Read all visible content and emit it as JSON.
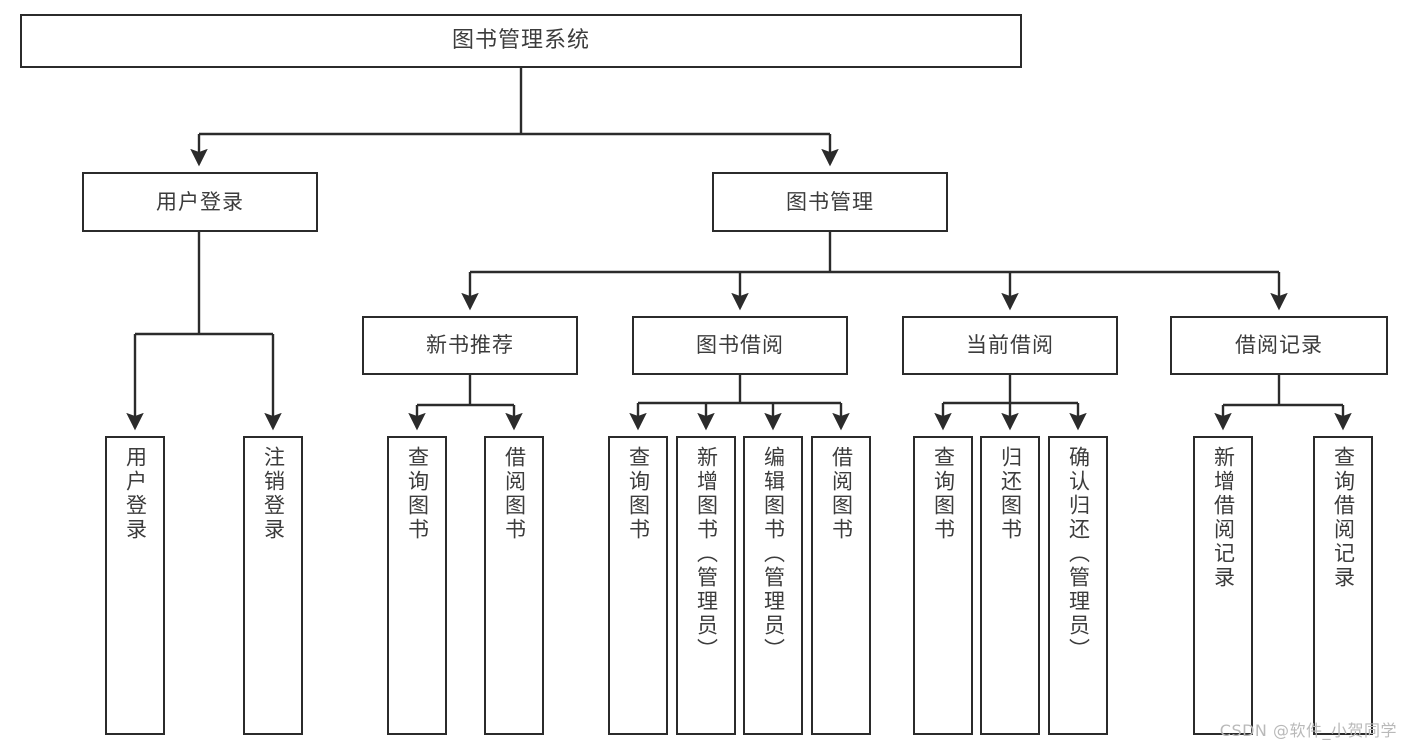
{
  "diagram": {
    "type": "tree-hierarchy-flowchart",
    "title": "图书管理系统",
    "colors": {
      "box_border": "#2b2b2b",
      "box_fill": "#ffffff",
      "edge": "#2b2b2b",
      "text": "#3c3c3c",
      "watermark": "#b9b9b9",
      "background": "#ffffff"
    },
    "nodes": {
      "root": {
        "label": "图书管理系统",
        "level": 0,
        "orientation": "horizontal"
      },
      "level1": [
        {
          "id": "user-login",
          "label": "用户登录",
          "orientation": "horizontal"
        },
        {
          "id": "book-management",
          "label": "图书管理",
          "orientation": "horizontal"
        }
      ],
      "level2": [
        {
          "id": "new-book-recommend",
          "label": "新书推荐",
          "orientation": "horizontal"
        },
        {
          "id": "book-borrow",
          "label": "图书借阅",
          "orientation": "horizontal"
        },
        {
          "id": "current-borrow",
          "label": "当前借阅",
          "orientation": "horizontal"
        },
        {
          "id": "borrow-record",
          "label": "借阅记录",
          "orientation": "horizontal"
        }
      ],
      "leaves": {
        "under_user_login": [
          {
            "id": "leaf-user-login",
            "label": "用户登录",
            "orientation": "vertical"
          },
          {
            "id": "leaf-logout",
            "label": "注销登录",
            "orientation": "vertical"
          }
        ],
        "under_new_book_recommend": [
          {
            "id": "leaf-query-book-1",
            "label": "查询图书",
            "orientation": "vertical"
          },
          {
            "id": "leaf-borrow-book-1",
            "label": "借阅图书",
            "orientation": "vertical"
          }
        ],
        "under_book_borrow": [
          {
            "id": "leaf-query-book-2",
            "label": "查询图书",
            "orientation": "vertical"
          },
          {
            "id": "leaf-add-book",
            "label": "新增图书（管理员）",
            "orientation": "vertical"
          },
          {
            "id": "leaf-edit-book",
            "label": "编辑图书（管理员）",
            "orientation": "vertical"
          },
          {
            "id": "leaf-borrow-book-2",
            "label": "借阅图书",
            "orientation": "vertical"
          }
        ],
        "under_current_borrow": [
          {
            "id": "leaf-query-book-3",
            "label": "查询图书",
            "orientation": "vertical"
          },
          {
            "id": "leaf-return-book",
            "label": "归还图书",
            "orientation": "vertical"
          },
          {
            "id": "leaf-confirm-return",
            "label": "确认归还（管理员）",
            "orientation": "vertical"
          }
        ],
        "under_borrow_record": [
          {
            "id": "leaf-add-record",
            "label": "新增借阅记录",
            "orientation": "vertical"
          },
          {
            "id": "leaf-query-record",
            "label": "查询借阅记录",
            "orientation": "vertical"
          }
        ]
      }
    },
    "edges": [
      {
        "from": "root",
        "to": "user-login"
      },
      {
        "from": "root",
        "to": "book-management"
      },
      {
        "from": "user-login",
        "to": "leaf-user-login"
      },
      {
        "from": "user-login",
        "to": "leaf-logout"
      },
      {
        "from": "book-management",
        "to": "new-book-recommend"
      },
      {
        "from": "book-management",
        "to": "book-borrow"
      },
      {
        "from": "book-management",
        "to": "current-borrow"
      },
      {
        "from": "book-management",
        "to": "borrow-record"
      },
      {
        "from": "new-book-recommend",
        "to": "leaf-query-book-1"
      },
      {
        "from": "new-book-recommend",
        "to": "leaf-borrow-book-1"
      },
      {
        "from": "book-borrow",
        "to": "leaf-query-book-2"
      },
      {
        "from": "book-borrow",
        "to": "leaf-add-book"
      },
      {
        "from": "book-borrow",
        "to": "leaf-edit-book"
      },
      {
        "from": "book-borrow",
        "to": "leaf-borrow-book-2"
      },
      {
        "from": "current-borrow",
        "to": "leaf-query-book-3"
      },
      {
        "from": "current-borrow",
        "to": "leaf-return-book"
      },
      {
        "from": "current-borrow",
        "to": "leaf-confirm-return"
      },
      {
        "from": "borrow-record",
        "to": "leaf-add-record"
      },
      {
        "from": "borrow-record",
        "to": "leaf-query-record"
      }
    ]
  },
  "watermark": {
    "text": "CSDN @软件_小贺同学"
  }
}
